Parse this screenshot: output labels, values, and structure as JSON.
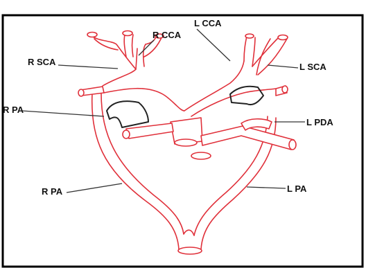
{
  "labels": {
    "l_cca": "L CCA",
    "r_cca": "R CCA",
    "r_sca": "R SCA",
    "l_sca": "L SCA",
    "r_pa_upper": "R PA",
    "l_pda": "L PDA",
    "r_pa_lower": "R PA",
    "l_pa": "L PA"
  },
  "colors": {
    "vessel_outline": "#e0303a",
    "leader_line": "#333333",
    "frame_border": "#000000"
  }
}
